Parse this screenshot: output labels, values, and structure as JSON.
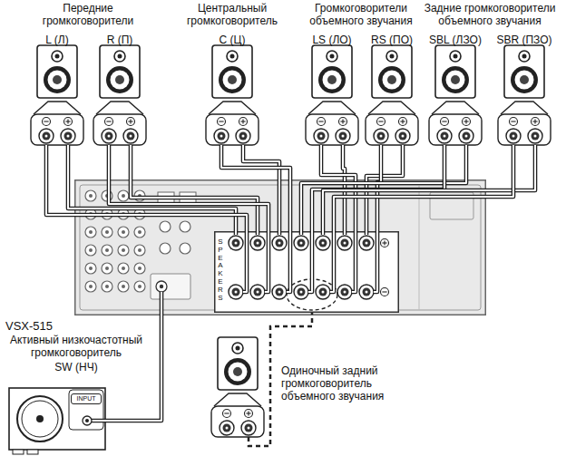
{
  "diagram": {
    "nodes": [
      {
        "text": [
          "L (Л)"
        ]
      },
      {
        "text": [
          "R (П)"
        ]
      },
      {
        "text": [
          "C (Ц)"
        ]
      },
      {
        "text": [
          "LS (ЛО)"
        ]
      },
      {
        "text": [
          "RS (ПО)"
        ]
      },
      {
        "text": [
          "SBL (ЛЗО)"
        ]
      },
      {
        "text": [
          "SBR (ПЗО)"
        ]
      },
      {
        "text": [
          "VSX-515"
        ]
      },
      {
        "text": [
          "SPEAKERS"
        ],
        "in": 7
      },
      {
        "text": [
          "Активный низкочастотный громкоговоритель",
          "SW (НЧ)",
          "INPUT"
        ]
      },
      {
        "text": [
          "Одиночный задний громкоговоритель объемного звучания"
        ]
      }
    ],
    "edges": [
      {
        "from": 0,
        "to": 8,
        "arrow": "none"
      },
      {
        "from": 1,
        "to": 8,
        "arrow": "none"
      },
      {
        "from": 2,
        "to": 8,
        "arrow": "none"
      },
      {
        "from": 3,
        "to": 8,
        "arrow": "none"
      },
      {
        "from": 4,
        "to": 8,
        "arrow": "none"
      },
      {
        "from": 5,
        "to": 8,
        "arrow": "none"
      },
      {
        "from": 6,
        "to": 8,
        "arrow": "none"
      },
      {
        "from": 7,
        "to": 9,
        "arrow": "none"
      },
      {
        "from": 10,
        "to": 8,
        "arrow": "none"
      }
    ],
    "labels": [
      "Передние громкоговорители",
      "Центральный громкоговоритель",
      "Громкоговорители объемного звучания",
      "Задние громкоговорители объемного звучания"
    ]
  }
}
